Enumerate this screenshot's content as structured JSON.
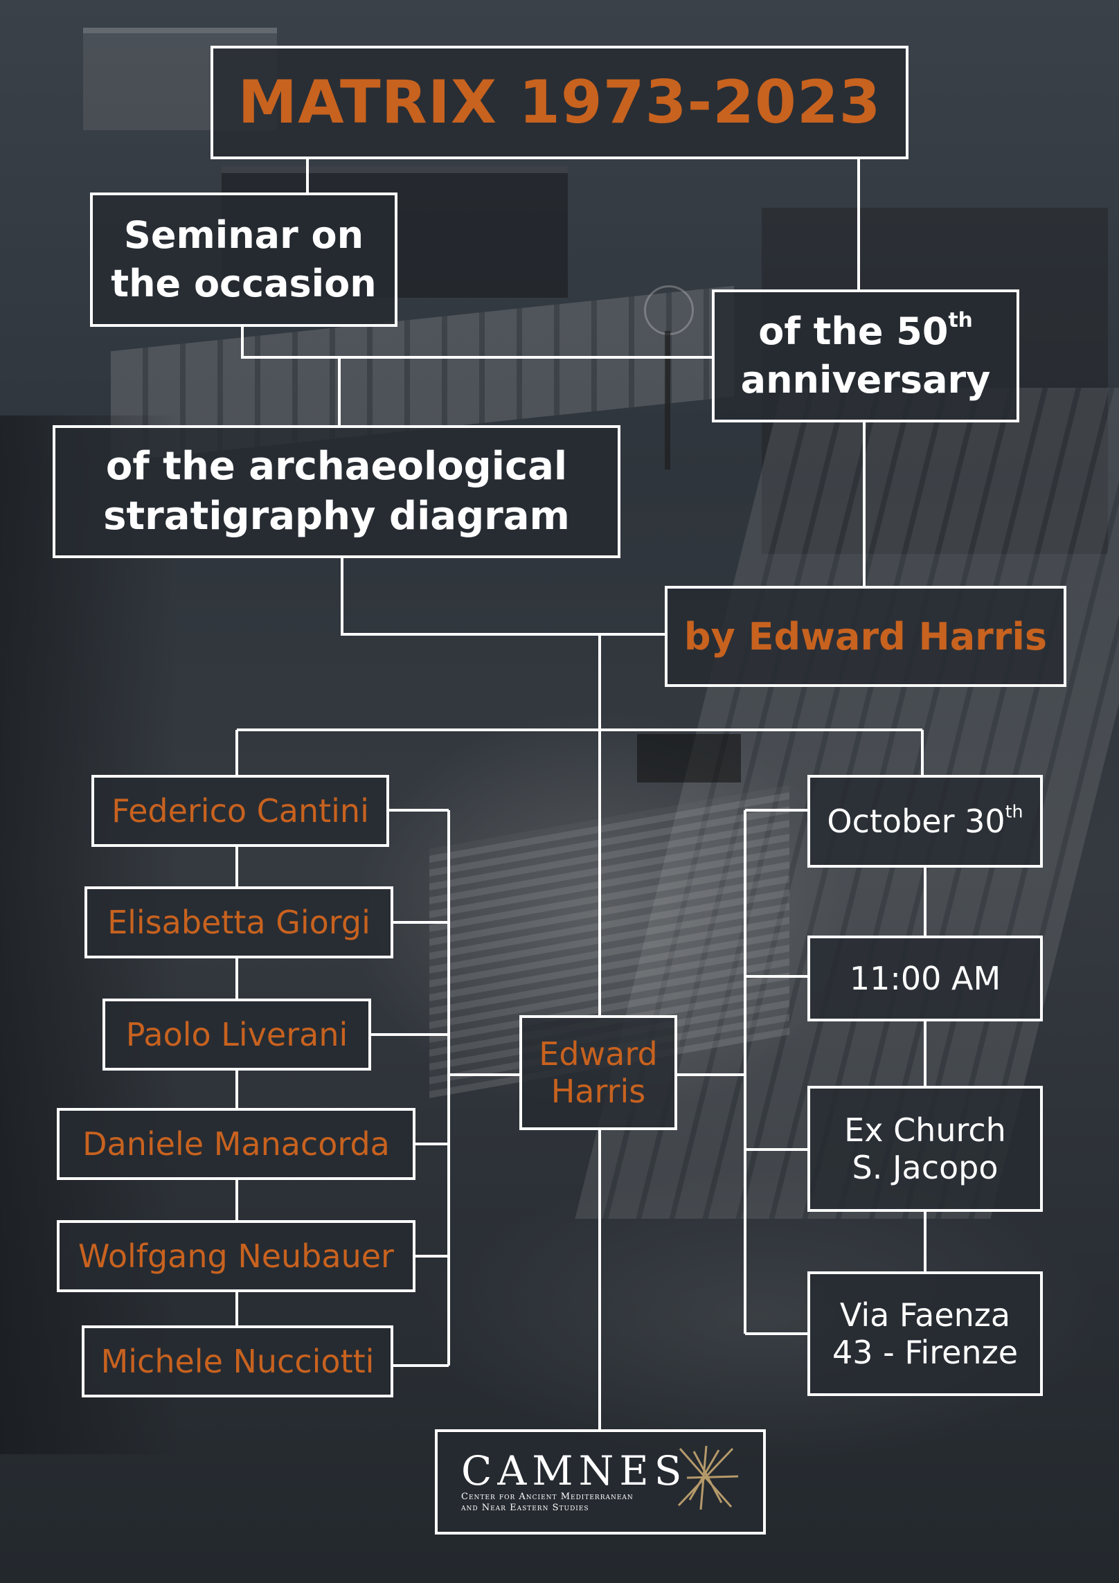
{
  "title": "MATRIX 1973-2023",
  "seminar": {
    "line1": "Seminar on",
    "line2": "the occasion"
  },
  "anniversary": {
    "line1_pre": "of the 50",
    "line1_sup": "th",
    "line2": "anniversary"
  },
  "archaeological": {
    "line1": "of the archaeological",
    "line2": "stratigraphy diagram"
  },
  "byline": "by Edward Harris",
  "speakers": [
    "Federico Cantini",
    "Elisabetta Giorgi",
    "Paolo Liverani",
    "Daniele Manacorda",
    "Wolfgang Neubauer",
    "Michele Nucciotti"
  ],
  "center": {
    "line1": "Edward",
    "line2": "Harris"
  },
  "event": {
    "date_pre": "October 30",
    "date_sup": "th",
    "time": "11:00 AM",
    "venue_line1": "Ex Church",
    "venue_line2": "S. Jacopo",
    "address_line1": "Via Faenza",
    "address_line2": "43 - Firenze"
  },
  "logo": {
    "name": "CAMNES",
    "subtitle_line1": "Center for Ancient Mediterranean",
    "subtitle_line2": "and Near Eastern Studies",
    "icon": "camnes-star-icon"
  },
  "colors": {
    "accent": "#c8621f",
    "lines": "#ffffff",
    "background": "#262b31"
  }
}
